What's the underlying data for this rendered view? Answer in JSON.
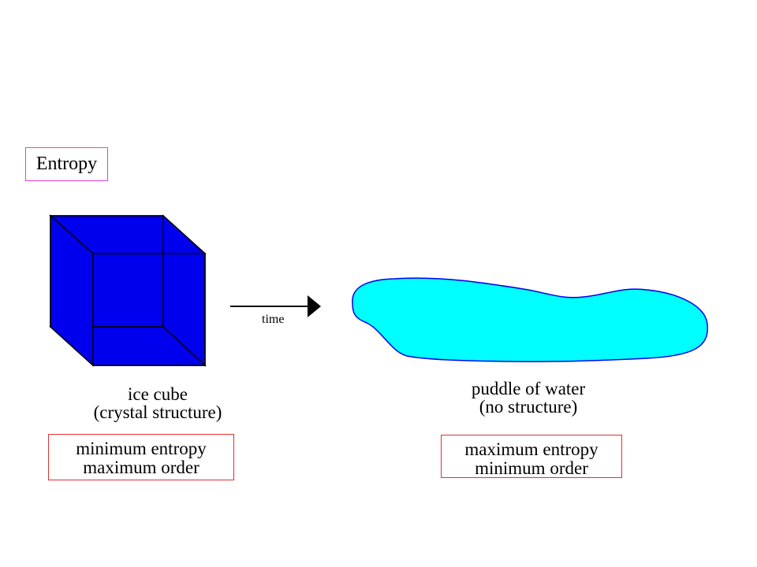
{
  "title": "Entropy",
  "arrow_label": "time",
  "left": {
    "caption_line1": "ice cube",
    "caption_line2": "(crystal structure)",
    "box_line1": "minimum entropy",
    "box_line2": "maximum order"
  },
  "right": {
    "caption_line1": "puddle of water",
    "caption_line2": "(no structure)",
    "box_line1": "maximum entropy",
    "box_line2": "minimum order"
  },
  "colors": {
    "ice_cube": "#0000ee",
    "puddle": "#00ffff",
    "puddle_outline": "#0000ee",
    "title_border": "#e040e0",
    "state_border": "#e03030"
  }
}
